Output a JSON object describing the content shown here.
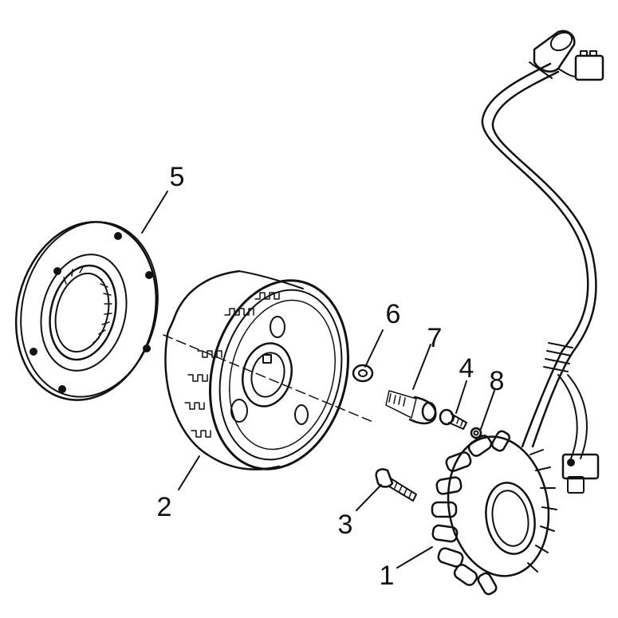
{
  "diagram": {
    "line_color": "#111111",
    "callouts": [
      {
        "id": "stator",
        "label": "1"
      },
      {
        "id": "flywheel-rotor",
        "label": "2"
      },
      {
        "id": "stator-bolt",
        "label": "3"
      },
      {
        "id": "pickup-bolt",
        "label": "4"
      },
      {
        "id": "starter-clutch",
        "label": "5"
      },
      {
        "id": "washer",
        "label": "6"
      },
      {
        "id": "clutch-bolt",
        "label": "7"
      },
      {
        "id": "small-washer",
        "label": "8"
      }
    ]
  }
}
